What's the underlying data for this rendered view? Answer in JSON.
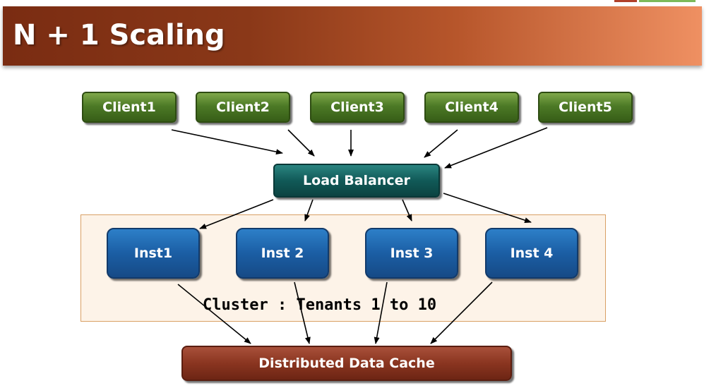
{
  "title": "N + 1 Scaling",
  "clients": [
    {
      "label": "Client1"
    },
    {
      "label": "Client2"
    },
    {
      "label": "Client3"
    },
    {
      "label": "Client4"
    },
    {
      "label": "Client5"
    }
  ],
  "load_balancer": {
    "label": "Load Balancer"
  },
  "instances": [
    {
      "label": "Inst1"
    },
    {
      "label": "Inst 2"
    },
    {
      "label": "Inst 3"
    },
    {
      "label": "Inst 4"
    }
  ],
  "cluster": {
    "label": "Cluster : Tenants 1 to 10"
  },
  "cache": {
    "label": "Distributed Data Cache"
  },
  "colors": {
    "client": "#4d7a26",
    "load_balancer": "#115a58",
    "instance": "#1b5ea4",
    "cache": "#8a3520",
    "title_bar": "#7a2c12"
  }
}
